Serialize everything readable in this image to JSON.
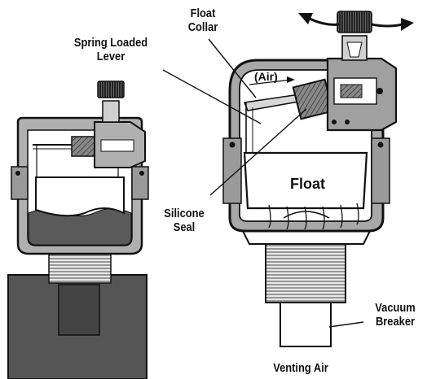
{
  "labels": {
    "float_collar": [
      "Float",
      "Collar"
    ],
    "spring_loaded_lever": [
      "Spring Loaded",
      "Lever"
    ],
    "air": "(Air)",
    "float": "Float",
    "silicone_seal": [
      "Silicone",
      "Seal"
    ],
    "vacuum_breaker": [
      "Vacuum",
      "Breaker"
    ],
    "venting_air": "Venting Air"
  },
  "colors": {
    "body_fill": "#9a9a9a",
    "water_fill": "#5a5a5a",
    "pipe_fill": "#555555",
    "outline": "#111111"
  }
}
